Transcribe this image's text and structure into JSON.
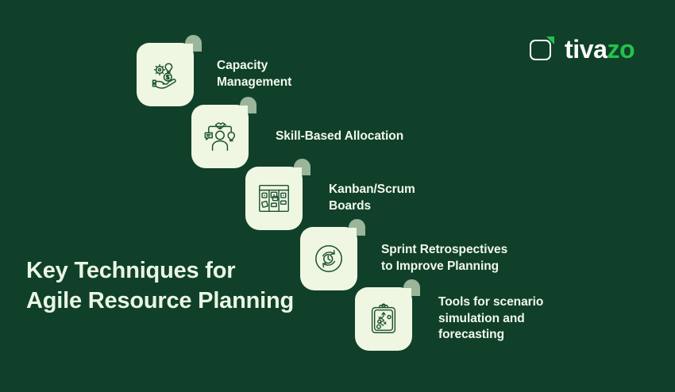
{
  "colors": {
    "background": "#10402a",
    "card_fill": "#eff7e2",
    "card_fold": "#9ab59a",
    "decor_star": "#2b6b3b",
    "icon_stroke": "#1d5233",
    "heading_text": "#eaf6e3",
    "label_text": "#f2f8ec",
    "logo_white": "#ffffff",
    "logo_green": "#25c24a"
  },
  "brand": {
    "name": "tivazo",
    "name_part_a": "tiva",
    "name_part_b": "zo",
    "logo_icon": "rounded-square-notch-logo-icon"
  },
  "headline": {
    "text": "Key Techniques for Agile Resource Planning"
  },
  "steps": [
    {
      "id": 1,
      "label": "Capacity\nManagement",
      "icon": "hand-gear-bulb-coin-icon"
    },
    {
      "id": 2,
      "label": "Skill-Based Allocation",
      "icon": "person-handshake-bulb-icon"
    },
    {
      "id": 3,
      "label": "Kanban/Scrum\nBoards",
      "icon": "kanban-board-icon"
    },
    {
      "id": 4,
      "label": "Sprint Retrospectives\nto Improve Planning",
      "icon": "retrospective-clock-cycle-icon"
    },
    {
      "id": 5,
      "label": "Tools for scenario\nsimulation and\nforecasting",
      "icon": "clipboard-strategy-icon"
    }
  ]
}
